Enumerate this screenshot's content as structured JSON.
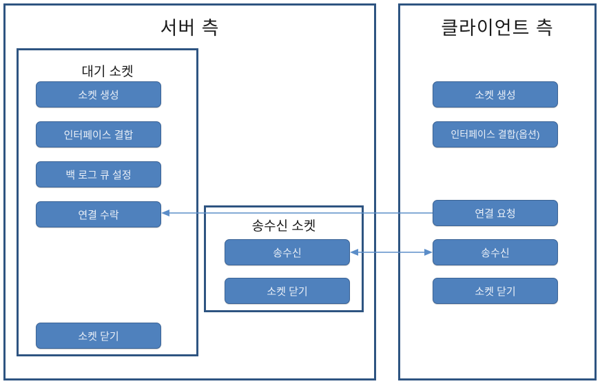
{
  "diagram": {
    "server": {
      "title": "서버 측",
      "listening_socket": {
        "title": "대기 소켓",
        "steps": [
          {
            "label": "소켓 생성"
          },
          {
            "label": "인터페이스 결합"
          },
          {
            "label": "백 로그 큐 설정"
          },
          {
            "label": "연결 수락"
          },
          {
            "label": "소켓 닫기"
          }
        ]
      },
      "io_socket": {
        "title": "송수신 소켓",
        "steps": [
          {
            "label": "송수신"
          },
          {
            "label": "소켓 닫기"
          }
        ]
      }
    },
    "client": {
      "title": "클라이언트 측",
      "steps": [
        {
          "label": "소켓 생성"
        },
        {
          "label": "인터페이스 결합(옵션)"
        },
        {
          "label": "연결 요청"
        },
        {
          "label": "송수신"
        },
        {
          "label": "소켓 닫기"
        }
      ]
    },
    "connections": [
      {
        "name": "connect-request-to-accept",
        "direction": "client-to-server"
      },
      {
        "name": "data-exchange",
        "direction": "bidirectional"
      }
    ],
    "colors": {
      "node_fill": "#4f81bd",
      "node_border": "#3a6294",
      "panel_border": "#2e5481",
      "connector": "#5b8dc8",
      "node_text": "#e9eff7",
      "title_text": "#1a1a1a"
    }
  }
}
